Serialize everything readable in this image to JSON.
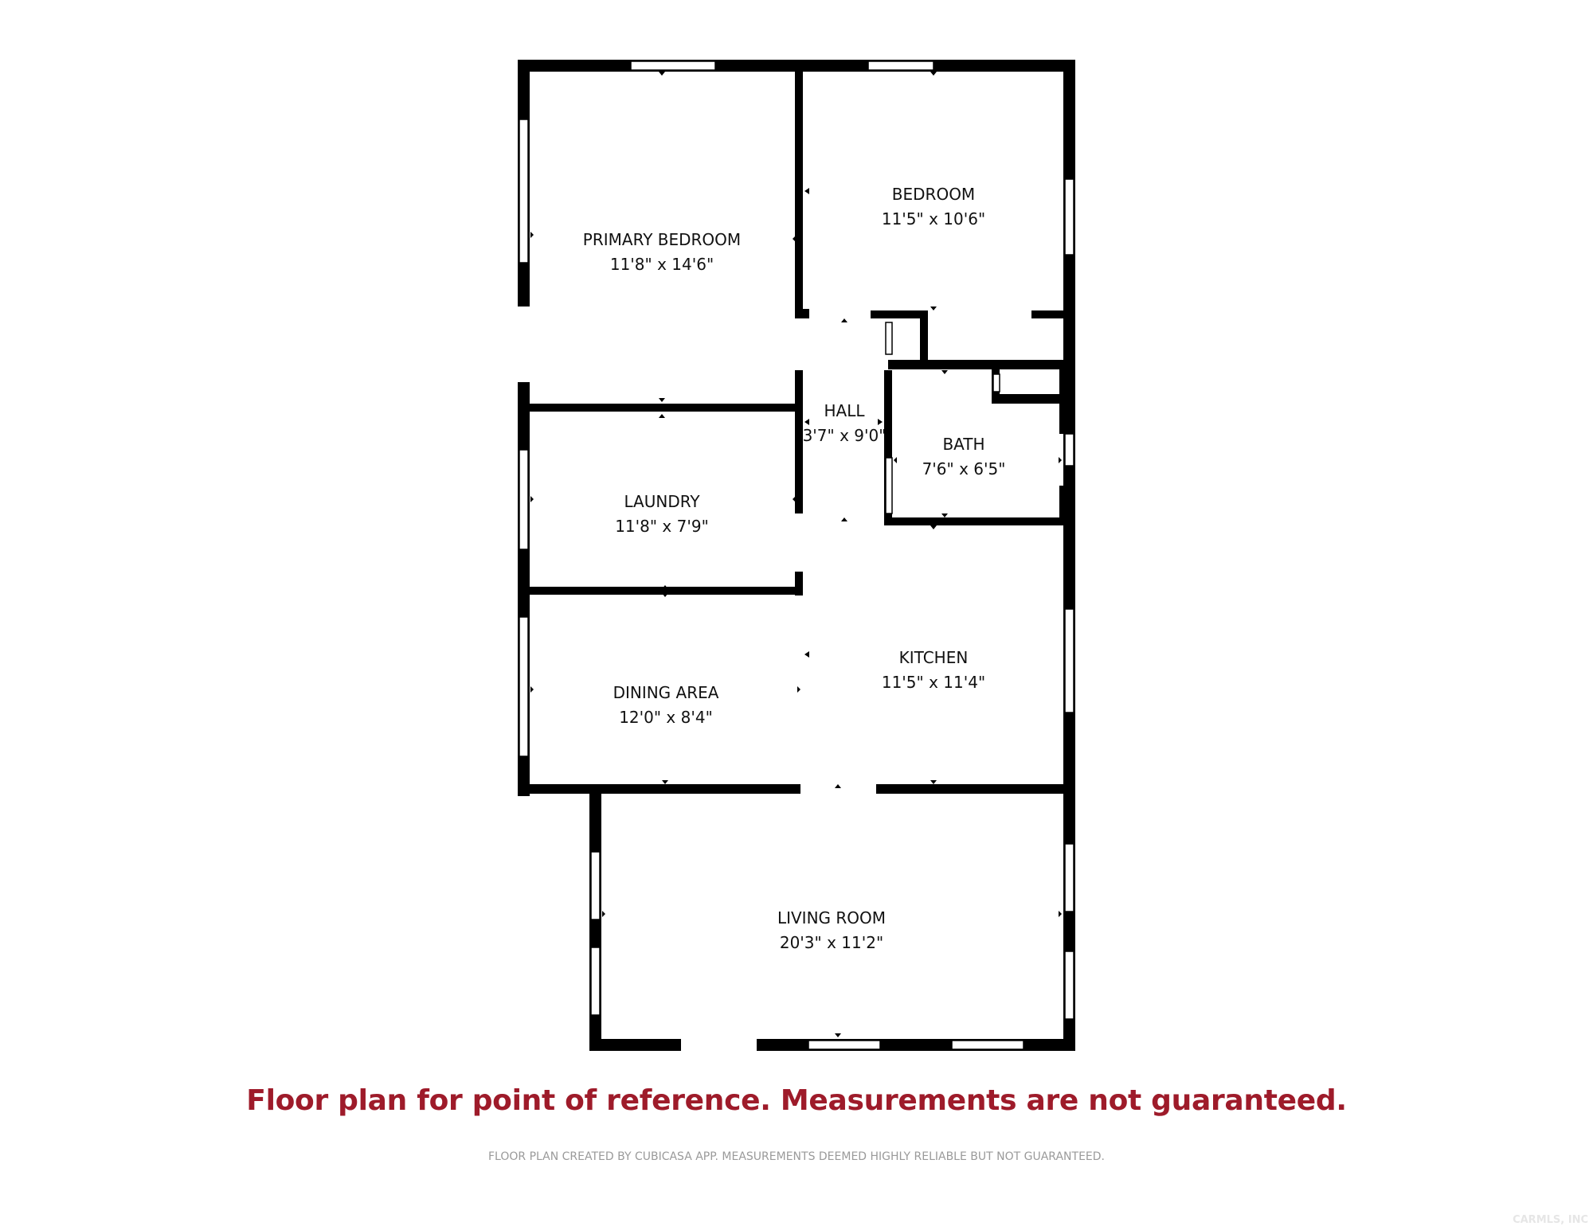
{
  "rooms": {
    "primary_bedroom": {
      "name": "PRIMARY BEDROOM",
      "dims": "11'8\" x 14'6\""
    },
    "bedroom": {
      "name": "BEDROOM",
      "dims": "11'5\" x 10'6\""
    },
    "hall": {
      "name": "HALL",
      "dims": "3'7\" x 9'0\""
    },
    "bath": {
      "name": "BATH",
      "dims": "7'6\" x 6'5\""
    },
    "laundry": {
      "name": "LAUNDRY",
      "dims": "11'8\" x 7'9\""
    },
    "kitchen": {
      "name": "KITCHEN",
      "dims": "11'5\" x 11'4\""
    },
    "dining_area": {
      "name": "DINING AREA",
      "dims": "12'0\" x 8'4\""
    },
    "living_room": {
      "name": "LIVING ROOM",
      "dims": "20'3\" x 11'2\""
    }
  },
  "disclaimer": "Floor plan for point of reference.  Measurements are not guaranteed.",
  "credit": "FLOOR PLAN CREATED BY CUBICASA APP. MEASUREMENTS DEEMED HIGHLY RELIABLE BUT NOT GUARANTEED.",
  "watermark": "CARMLS, INC",
  "colors": {
    "wall": "#000000",
    "disclaimer": "#9e1b2a",
    "credit": "#9a9a9a"
  }
}
